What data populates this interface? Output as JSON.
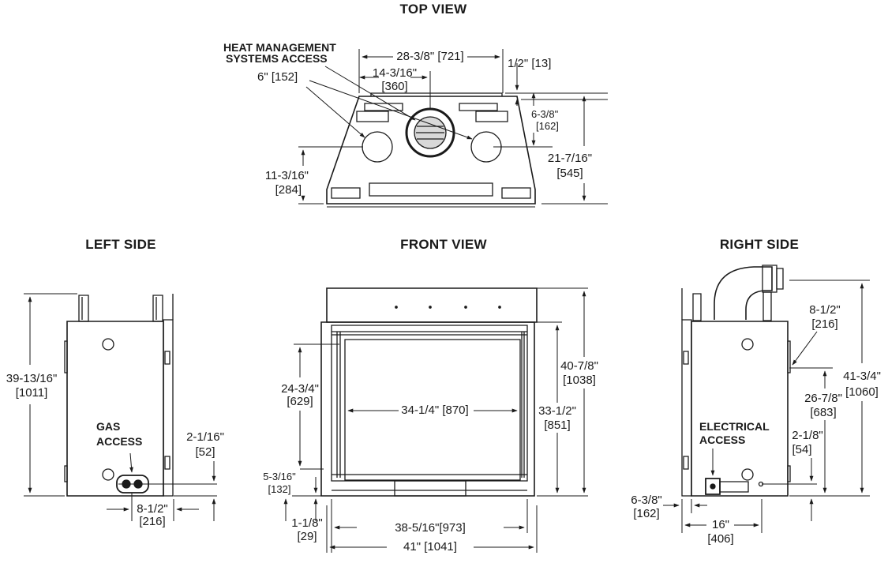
{
  "views": {
    "top": "TOP VIEW",
    "left": "LEFT SIDE",
    "front": "FRONT VIEW",
    "right": "RIGHT SIDE"
  },
  "callouts": {
    "heat_line1": "HEAT MANAGEMENT",
    "heat_line2": "SYSTEMS ACCESS",
    "gas_line1": "GAS",
    "gas_line2": "ACCESS",
    "elec_line1": "ELECTRICAL",
    "elec_line2": "ACCESS"
  },
  "dimensions": {
    "top": {
      "w_28": "28-3/8\" [721]",
      "w_14a": "14-3/16\"",
      "w_14b": "[360]",
      "d_half": "1/2\" [13]",
      "d_6in": "6\" [152]",
      "d_638a": "6-3/8\"",
      "d_638b": "[162]",
      "d_2116a": "21-7/16\"",
      "d_2116b": "[545]",
      "d_11a": "11-3/16\"",
      "d_11b": "[284]"
    },
    "left": {
      "h_39a": "39-13/16\"",
      "h_39b": "[1011]",
      "h_2116a": "2-1/16\"",
      "h_2116b": "[52]",
      "w_812a": "8-1/2\"",
      "w_812b": "[216]"
    },
    "front": {
      "h_2434a": "24-3/4\"",
      "h_2434b": "[629]",
      "w_3414": "34-1/4\" [870]",
      "h_33a": "33-1/2\"",
      "h_33b": "[851]",
      "h_40a": "40-7/8\"",
      "h_40b": "[1038]",
      "h_5316a": "5-3/16\"",
      "h_5316b": "[132]",
      "h_118a": "1-1/8\"",
      "h_118b": "[29]",
      "w_385": "38-5/16\"[973]",
      "w_41": "41\" [1041]"
    },
    "right": {
      "d_812a": "8-1/2\"",
      "d_812b": "[216]",
      "h_26a": "26-7/8\"",
      "h_26b": "[683]",
      "h_41a": "41-3/4\"",
      "h_41b": "[1060]",
      "h_218a": "2-1/8\"",
      "h_218b": "[54]",
      "w_638a": "6-3/8\"",
      "w_638b": "[162]",
      "w_16a": "16\"",
      "w_16b": "[406]"
    }
  }
}
